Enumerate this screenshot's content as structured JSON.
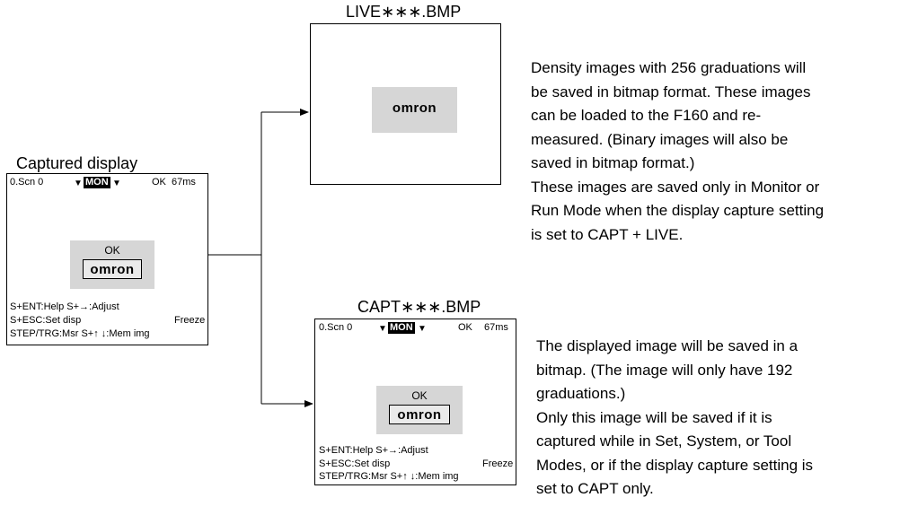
{
  "captured": {
    "caption": "Captured display",
    "status": {
      "scene": "0.Scn 0",
      "mode": "MON",
      "result": "OK",
      "time": "67ms"
    },
    "image_ok": "OK",
    "logo": "omron",
    "help": {
      "line1": "S+ENT:Help S+→:Adjust",
      "line2": "S+ESC:Set disp",
      "line2_right": "Freeze",
      "line3": "STEP/TRG:Msr S+↑ ↓:Mem img"
    }
  },
  "live": {
    "caption": "LIVE∗∗∗.BMP",
    "logo": "omron",
    "description": "Density images with 256 graduations will\nbe saved in bitmap format. These images\ncan be loaded to the F160 and re-\nmeasured. (Binary images will also be\nsaved in bitmap format.)\nThese images are saved only in Monitor or\nRun Mode when the display capture setting\nis set to CAPT + LIVE."
  },
  "capt": {
    "caption": "CAPT∗∗∗.BMP",
    "status": {
      "scene": "0.Scn 0",
      "mode": "MON",
      "result": "OK",
      "time": "67ms"
    },
    "image_ok": "OK",
    "logo": "omron",
    "help": {
      "line1": "S+ENT:Help S+→:Adjust",
      "line2": "S+ESC:Set disp",
      "line2_right": "Freeze",
      "line3": "STEP/TRG:Msr S+↑ ↓:Mem img"
    },
    "description": "The displayed image will be saved in a\nbitmap. (The image will only have 192\ngraduations.)\nOnly this image will be saved if it is\ncaptured while in Set, System, or Tool\nModes, or if the display capture setting is\nset to CAPT only."
  },
  "icons": {
    "dropdown": "down-triangle-icon",
    "arrow": "arrow-right-icon"
  }
}
